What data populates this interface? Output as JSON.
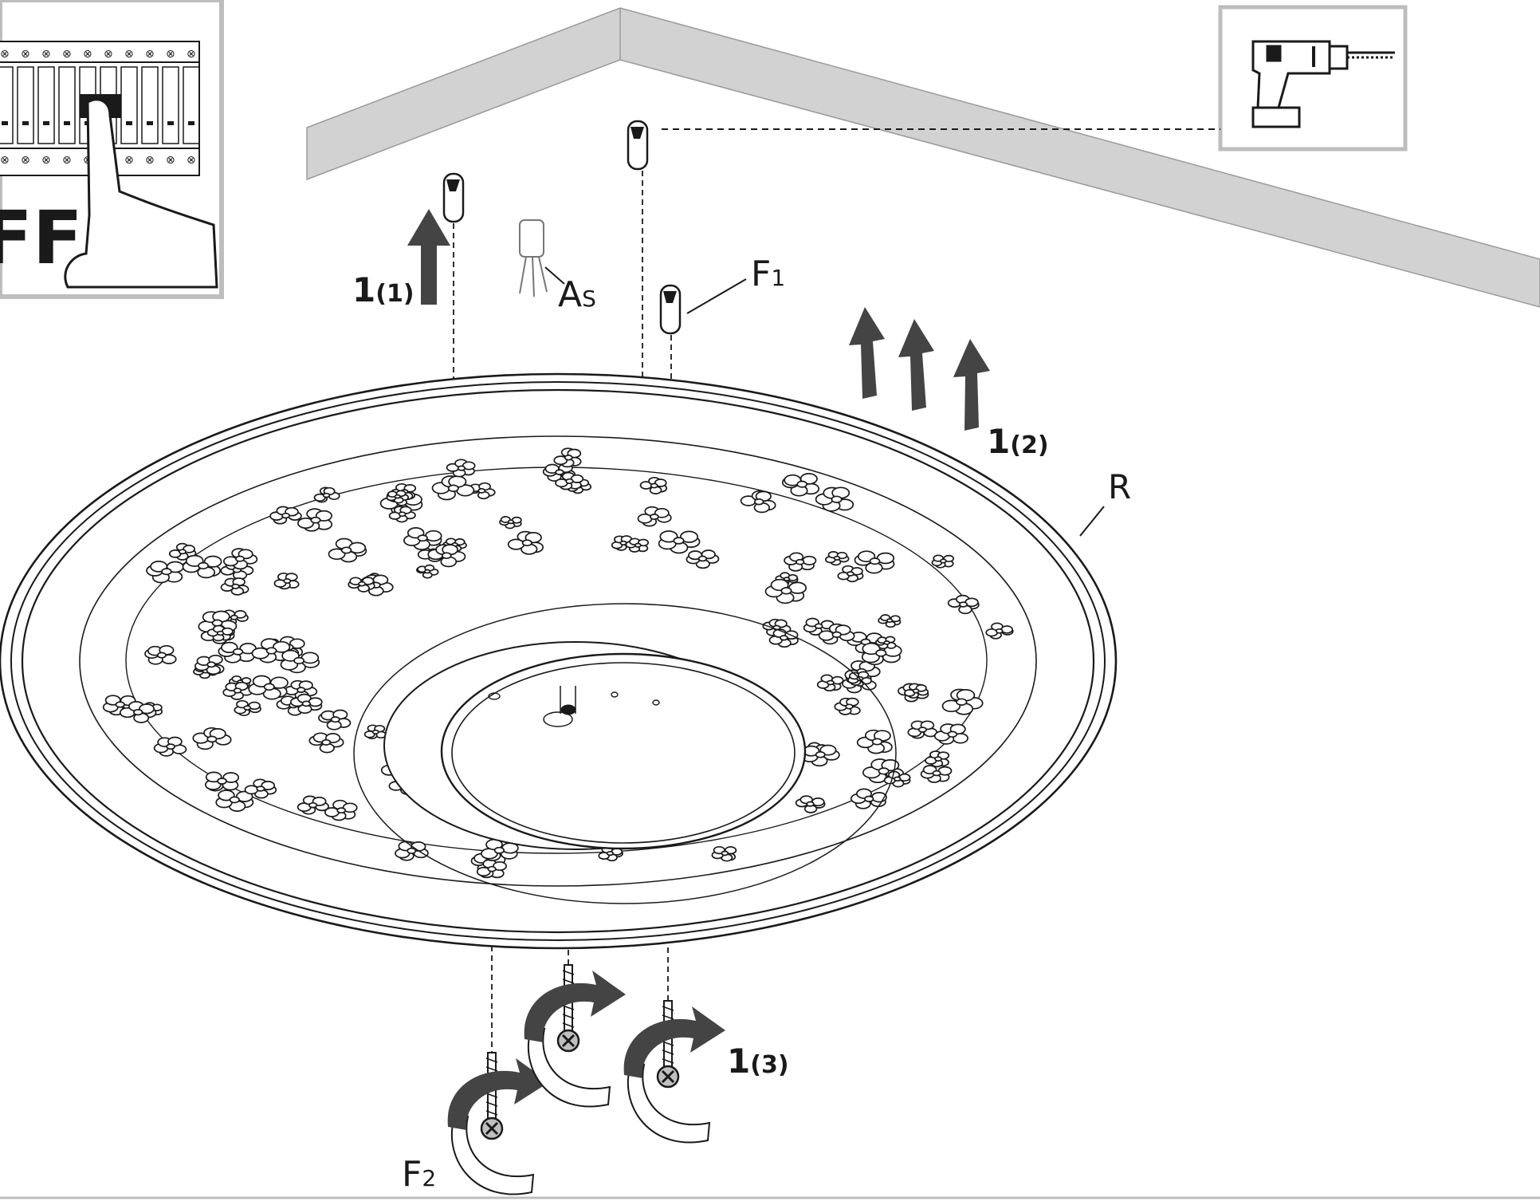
{
  "inset_power": {
    "label": "FF",
    "icon": "circuit-breaker-hand-icon"
  },
  "inset_tool": {
    "icon": "cordless-drill-icon"
  },
  "steps": {
    "s1_main": "1",
    "s1_sub": "(1)",
    "s2_main": "1",
    "s2_sub": "(2)",
    "s3_main": "1",
    "s3_sub": "(3)"
  },
  "parts": {
    "as_main": "A",
    "as_sub": "S",
    "f1_main": "F",
    "f1_sub": "1",
    "f2_main": "F",
    "f2_sub": "2",
    "r": "R"
  },
  "colors": {
    "ceiling": "#d2d2d2",
    "arrow": "#444444",
    "line": "#1a1a1a"
  }
}
